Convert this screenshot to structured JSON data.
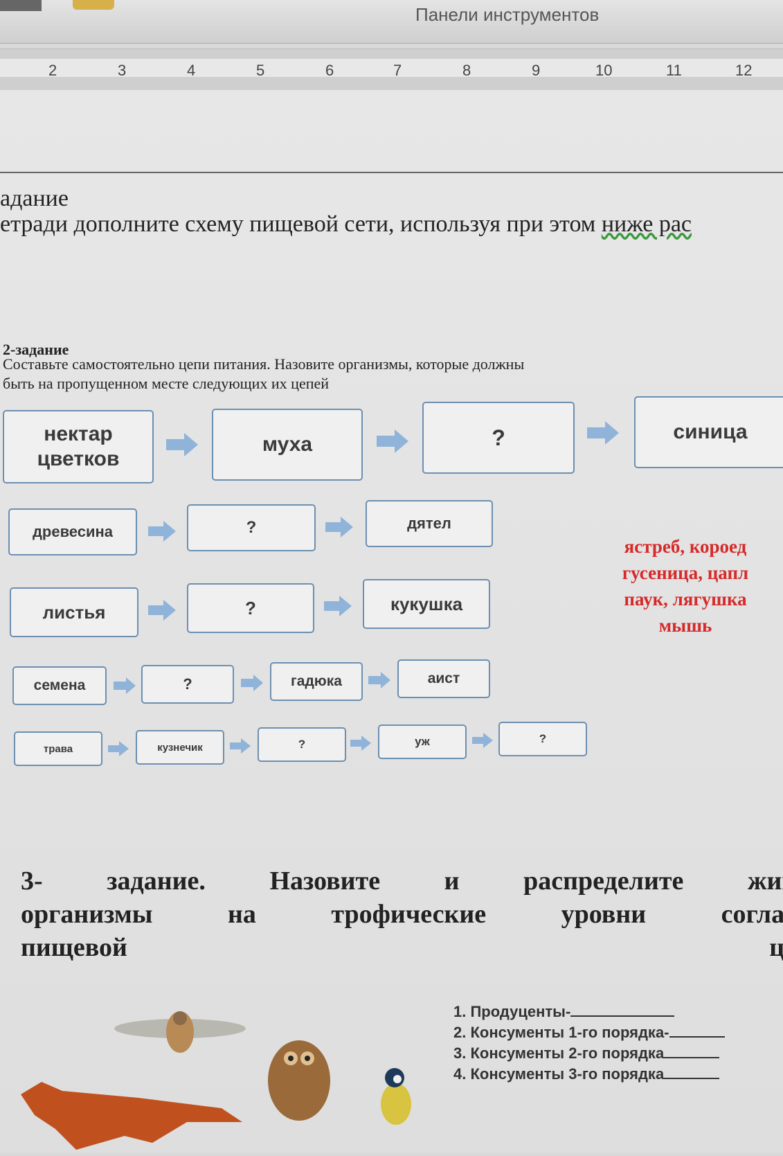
{
  "toolbar": {
    "title": "Панели инструментов"
  },
  "ruler": {
    "numbers": [
      "2",
      "3",
      "4",
      "5",
      "6",
      "7",
      "8",
      "9",
      "10",
      "11",
      "12"
    ]
  },
  "task1": {
    "title": "адание",
    "text_main": "етради дополните схему пищевой сети, используя при этом ",
    "text_underlined": "ниже рас"
  },
  "task2": {
    "title": "2-задание",
    "line1": "Составьте самостоятельно цепи питания. Назовите организмы, которые должны",
    "line2": "быть на пропущенном месте следующих их цепей",
    "chains": [
      [
        "нектар цветков",
        "муха",
        "?",
        "синица"
      ],
      [
        "древесина",
        "?",
        "дятел"
      ],
      [
        "листья",
        "?",
        "кукушка"
      ],
      [
        "семена",
        "?",
        "гадюка",
        "аист"
      ],
      [
        "трава",
        "кузнечик",
        "?",
        "уж",
        "?"
      ]
    ],
    "words": [
      "ястреб, короед",
      "гусеница, цапл",
      "паук, лягушка",
      "мышь"
    ],
    "word_color": "#d62a2a"
  },
  "task3": {
    "row1": [
      "3-",
      "задание.",
      "Назовите",
      "и",
      "распределите",
      "жив"
    ],
    "row2": [
      "организмы",
      "на",
      "трофические",
      "уровни",
      "соглас"
    ],
    "row3_left": "пищевой",
    "row3_right": "це",
    "levels": [
      "1. Продуценты-",
      "2. Консументы 1-го порядка-",
      "3. Консументы 2-го порядка",
      "4. Консументы 3-го порядка"
    ]
  }
}
